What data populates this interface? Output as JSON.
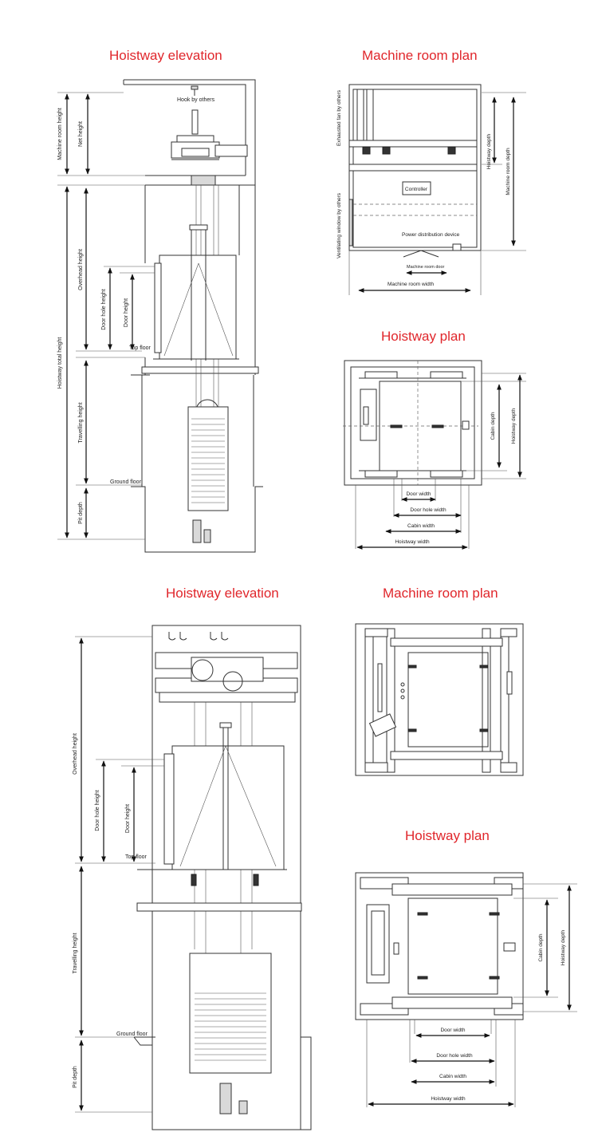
{
  "titles": {
    "top_elevation": "Hoistway elevation",
    "top_machine_room": "Machine room plan",
    "top_hoistway_plan": "Hoistway plan",
    "bottom_elevation": "Hoistway elevation",
    "bottom_machine_room": "Machine room plan",
    "bottom_hoistway_plan": "Hoistway plan"
  },
  "top_elevation_labels": {
    "hook": "Hook by others",
    "machine_room_height": "Machine room height",
    "net_height": "Net height",
    "overhead_height": "Overhead height",
    "door_hole_height": "Door hole height",
    "door_height": "Door height",
    "top_floor": "Top floor",
    "hoistway_total_height": "Hoistway total height",
    "travelling_height": "Travelling height",
    "ground_floor": "Ground floor",
    "pit_depth": "Pit depth"
  },
  "top_machine_room_labels": {
    "exhausted_fan": "Exhausted fan by others",
    "ventilating_window": "Ventilating window by others",
    "controller": "Controller",
    "power_distribution": "Power distribution device",
    "machine_room_door": "Machine room door",
    "machine_room_width": "Machine room width",
    "hoistway_depth": "Hoistway depth",
    "machine_room_depth": "Machine room depth"
  },
  "top_hoistway_plan_labels": {
    "cabin_depth": "Cabin depth",
    "hoistway_depth": "Hoistway depth",
    "door_width": "Door width",
    "door_hole_width": "Door hole width",
    "cabin_width": "Cabin width",
    "hoistway_width": "Hoistway width"
  },
  "bottom_elevation_labels": {
    "overhead_height": "Overhead height",
    "door_hole_height": "Door hole height",
    "door_height": "Door height",
    "top_floor": "Top floor",
    "travelling_height": "Travelling height",
    "ground_floor": "Ground floor",
    "pit_depth": "Pit depth"
  },
  "bottom_hoistway_plan_labels": {
    "cabin_depth": "Cabin depth",
    "hoistway_depth": "Hoistway depth",
    "door_width": "Door width",
    "door_hole_width": "Door hole width",
    "cabin_width": "Cabin width",
    "hoistway_width": "Hoistway width"
  }
}
